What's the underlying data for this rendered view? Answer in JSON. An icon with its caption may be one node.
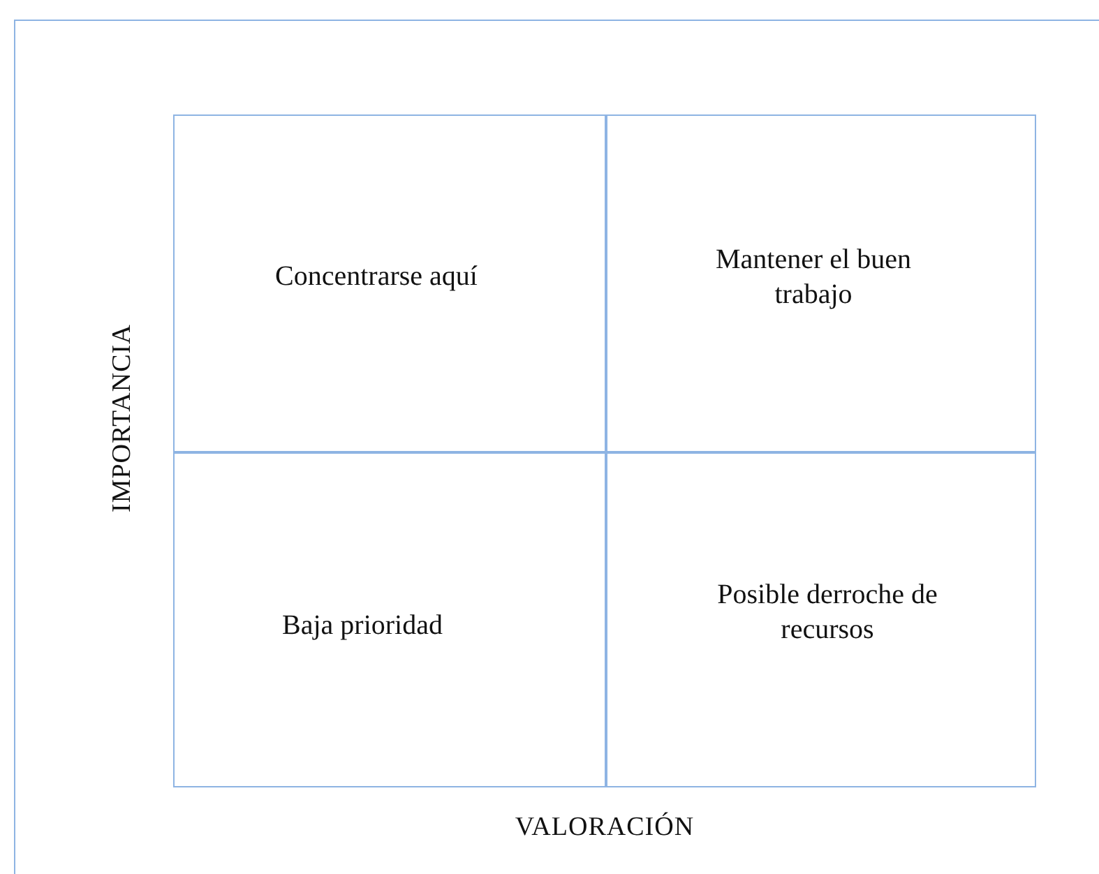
{
  "diagram": {
    "nodes": [
      {
        "text": [
          "Concentrarse aquí"
        ]
      },
      {
        "text": [
          "Mantener el buen trabajo"
        ]
      },
      {
        "text": [
          "Baja prioridad"
        ]
      },
      {
        "text": [
          "Posible derroche de recursos"
        ]
      }
    ],
    "labels": [
      "IMPORTANCIA",
      "VALORACIÓN"
    ]
  }
}
